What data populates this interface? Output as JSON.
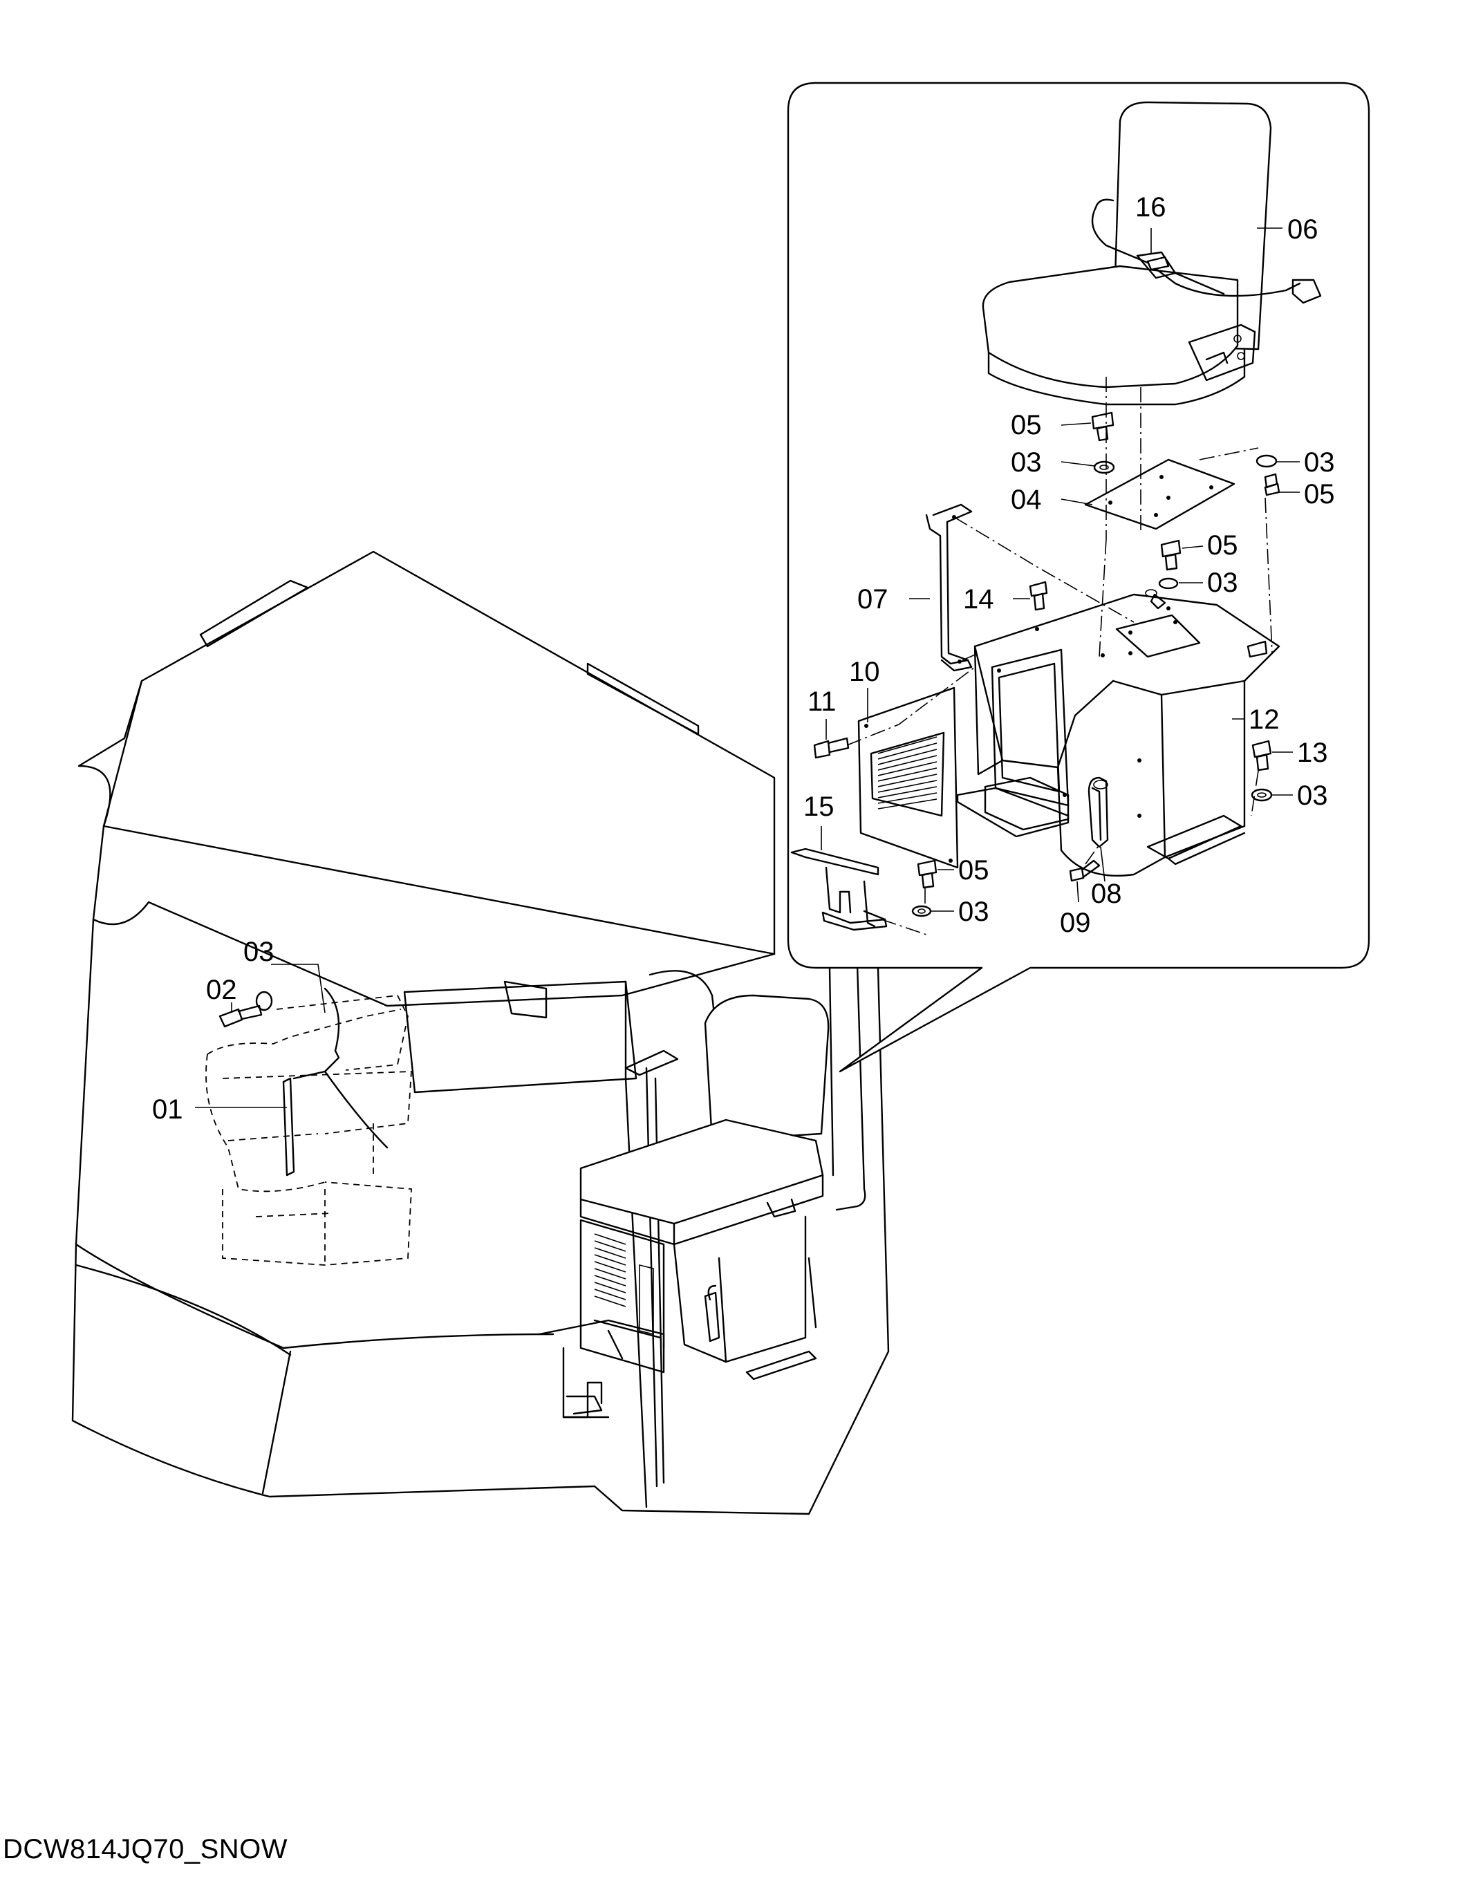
{
  "figure": {
    "caption": "DCW814JQ70_SNOW",
    "callouts": {
      "main_view": [
        {
          "id": "c01",
          "text": "01"
        },
        {
          "id": "c02",
          "text": "02"
        },
        {
          "id": "c03",
          "text": "03"
        }
      ],
      "detail_view": [
        {
          "id": "d16",
          "text": "16"
        },
        {
          "id": "d06",
          "text": "06"
        },
        {
          "id": "d05a",
          "text": "05"
        },
        {
          "id": "d03a",
          "text": "03"
        },
        {
          "id": "d03b",
          "text": "03"
        },
        {
          "id": "d04",
          "text": "04"
        },
        {
          "id": "d05b",
          "text": "05"
        },
        {
          "id": "d05c",
          "text": "05"
        },
        {
          "id": "d07",
          "text": "07"
        },
        {
          "id": "d14",
          "text": "14"
        },
        {
          "id": "d03c",
          "text": "03"
        },
        {
          "id": "d11",
          "text": "11"
        },
        {
          "id": "d10",
          "text": "10"
        },
        {
          "id": "d12",
          "text": "12"
        },
        {
          "id": "d13",
          "text": "13"
        },
        {
          "id": "d03d",
          "text": "03"
        },
        {
          "id": "d15",
          "text": "15"
        },
        {
          "id": "d05d",
          "text": "05"
        },
        {
          "id": "d03e",
          "text": "03"
        },
        {
          "id": "d08",
          "text": "08"
        },
        {
          "id": "d09",
          "text": "09"
        }
      ]
    }
  }
}
